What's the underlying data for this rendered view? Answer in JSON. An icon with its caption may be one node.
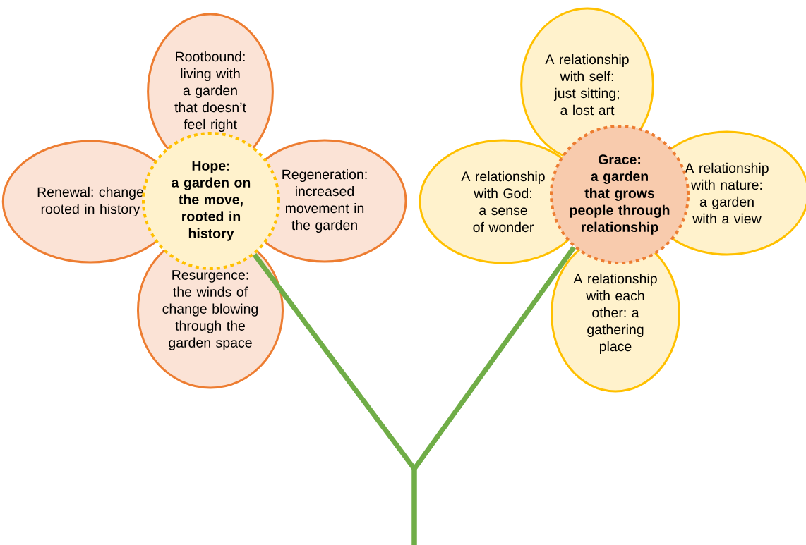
{
  "diagram": {
    "nodes": [
      {
        "text": [
          "Rootbound: living with a garden that doesn’t feel right"
        ]
      },
      {
        "text": [
          "Renewal: change rooted in history"
        ]
      },
      {
        "text": [
          "Hope:",
          "a garden on the move, rooted in history"
        ]
      },
      {
        "text": [
          "Regeneration: increased movement in the garden"
        ]
      },
      {
        "text": [
          "Resurgence: the winds of change blowing through the garden space"
        ]
      },
      {
        "text": [
          "A relationship with self: just sitting; a lost art"
        ]
      },
      {
        "text": [
          "A relationship with God: a sense of wonder"
        ]
      },
      {
        "text": [
          "Grace:",
          "a garden that grows people through relationship"
        ]
      },
      {
        "text": [
          "A relationship with nature: a garden with a view"
        ]
      },
      {
        "text": [
          "A relationship with each other: a gathering place"
        ]
      }
    ],
    "edges": [
      {
        "from": 2,
        "to": null,
        "arrow": "none"
      },
      {
        "from": 7,
        "to": null,
        "arrow": "none"
      }
    ]
  }
}
